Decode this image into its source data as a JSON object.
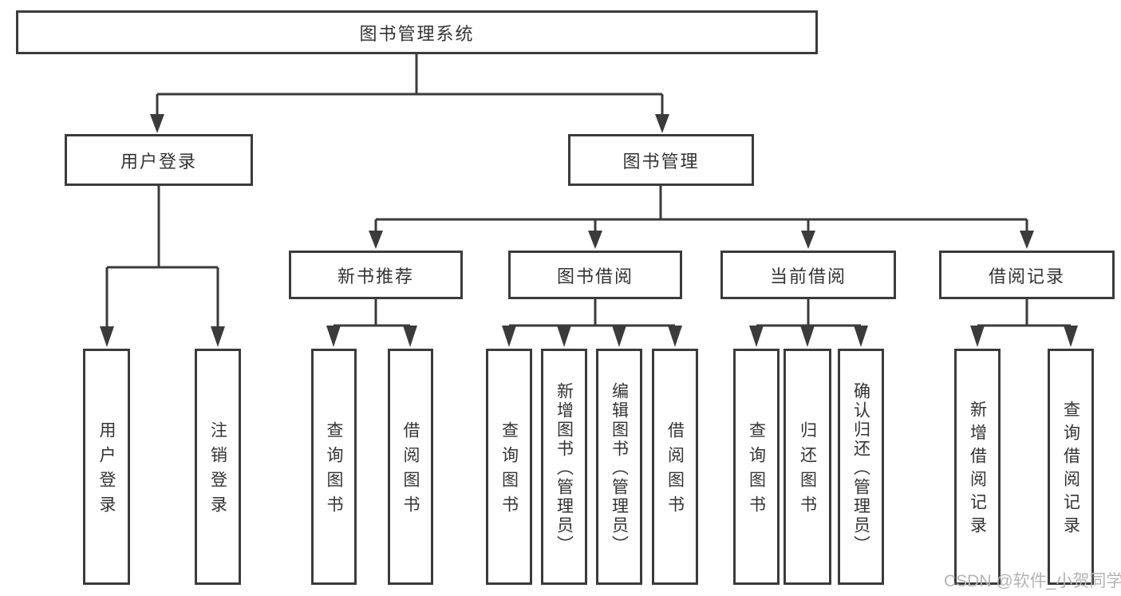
{
  "colors": {
    "line": "#3b3b3b",
    "box_border": "#3b3b3b",
    "text": "#333333",
    "background": "#ffffff",
    "watermark": "#b4b4b4"
  },
  "watermark": {
    "text": "CSDN @软件_小贺同学"
  },
  "diagram": {
    "root": {
      "label": "图书管理系统"
    },
    "children": [
      {
        "label": "用户登录",
        "children": [
          {
            "label": "用户登录"
          },
          {
            "label": "注销登录"
          }
        ]
      },
      {
        "label": "图书管理",
        "children": [
          {
            "label": "新书推荐",
            "children": [
              {
                "label": "查询图书"
              },
              {
                "label": "借阅图书"
              }
            ]
          },
          {
            "label": "图书借阅",
            "children": [
              {
                "label": "查询图书"
              },
              {
                "label": "新增图书（管理员）"
              },
              {
                "label": "编辑图书（管理员）"
              },
              {
                "label": "借阅图书"
              }
            ]
          },
          {
            "label": "当前借阅",
            "children": [
              {
                "label": "查询图书"
              },
              {
                "label": "归还图书"
              },
              {
                "label": "确认归还（管理员）"
              }
            ]
          },
          {
            "label": "借阅记录",
            "children": [
              {
                "label": "新增借阅记录"
              },
              {
                "label": "查询借阅记录"
              }
            ]
          }
        ]
      }
    ]
  }
}
